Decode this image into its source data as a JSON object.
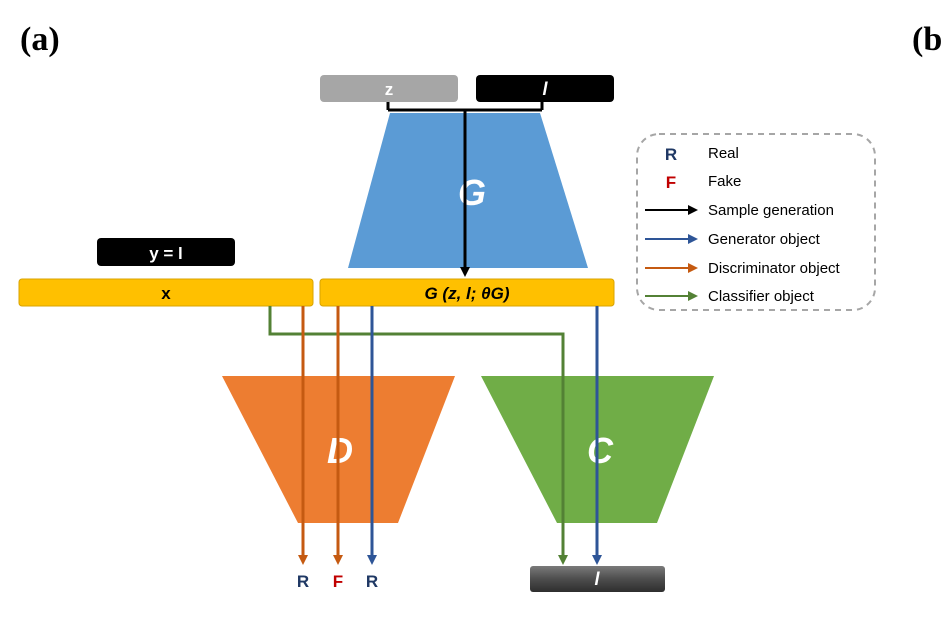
{
  "panel_labels": {
    "a": "(a)",
    "b": "(b"
  },
  "inputs": {
    "z": "z",
    "l": "l"
  },
  "networks": {
    "G": "G",
    "D": "D",
    "C": "C"
  },
  "bars": {
    "x": "x",
    "y": "y = l",
    "g_output": "G (z, l; θG)"
  },
  "outputs": {
    "r1": "R",
    "f": "F",
    "r2": "R",
    "l": "l"
  },
  "legend": {
    "real_symbol": "R",
    "real_label": "Real",
    "fake_symbol": "F",
    "fake_label": "Fake",
    "sample_label": "Sample generation",
    "generator_label": "Generator object",
    "discriminator_label": "Discriminator object",
    "classifier_label": "Classifier object"
  },
  "colors": {
    "generator_fill": "#5b9bd5",
    "discriminator_fill": "#ed7d31",
    "classifier_fill": "#70ad47",
    "bar_fill": "#ffc000",
    "real_text": "#1f3864",
    "fake_text": "#c00000",
    "blue_arrow": "#2e5597",
    "orange_arrow": "#c55a11",
    "green_arrow": "#538135"
  }
}
